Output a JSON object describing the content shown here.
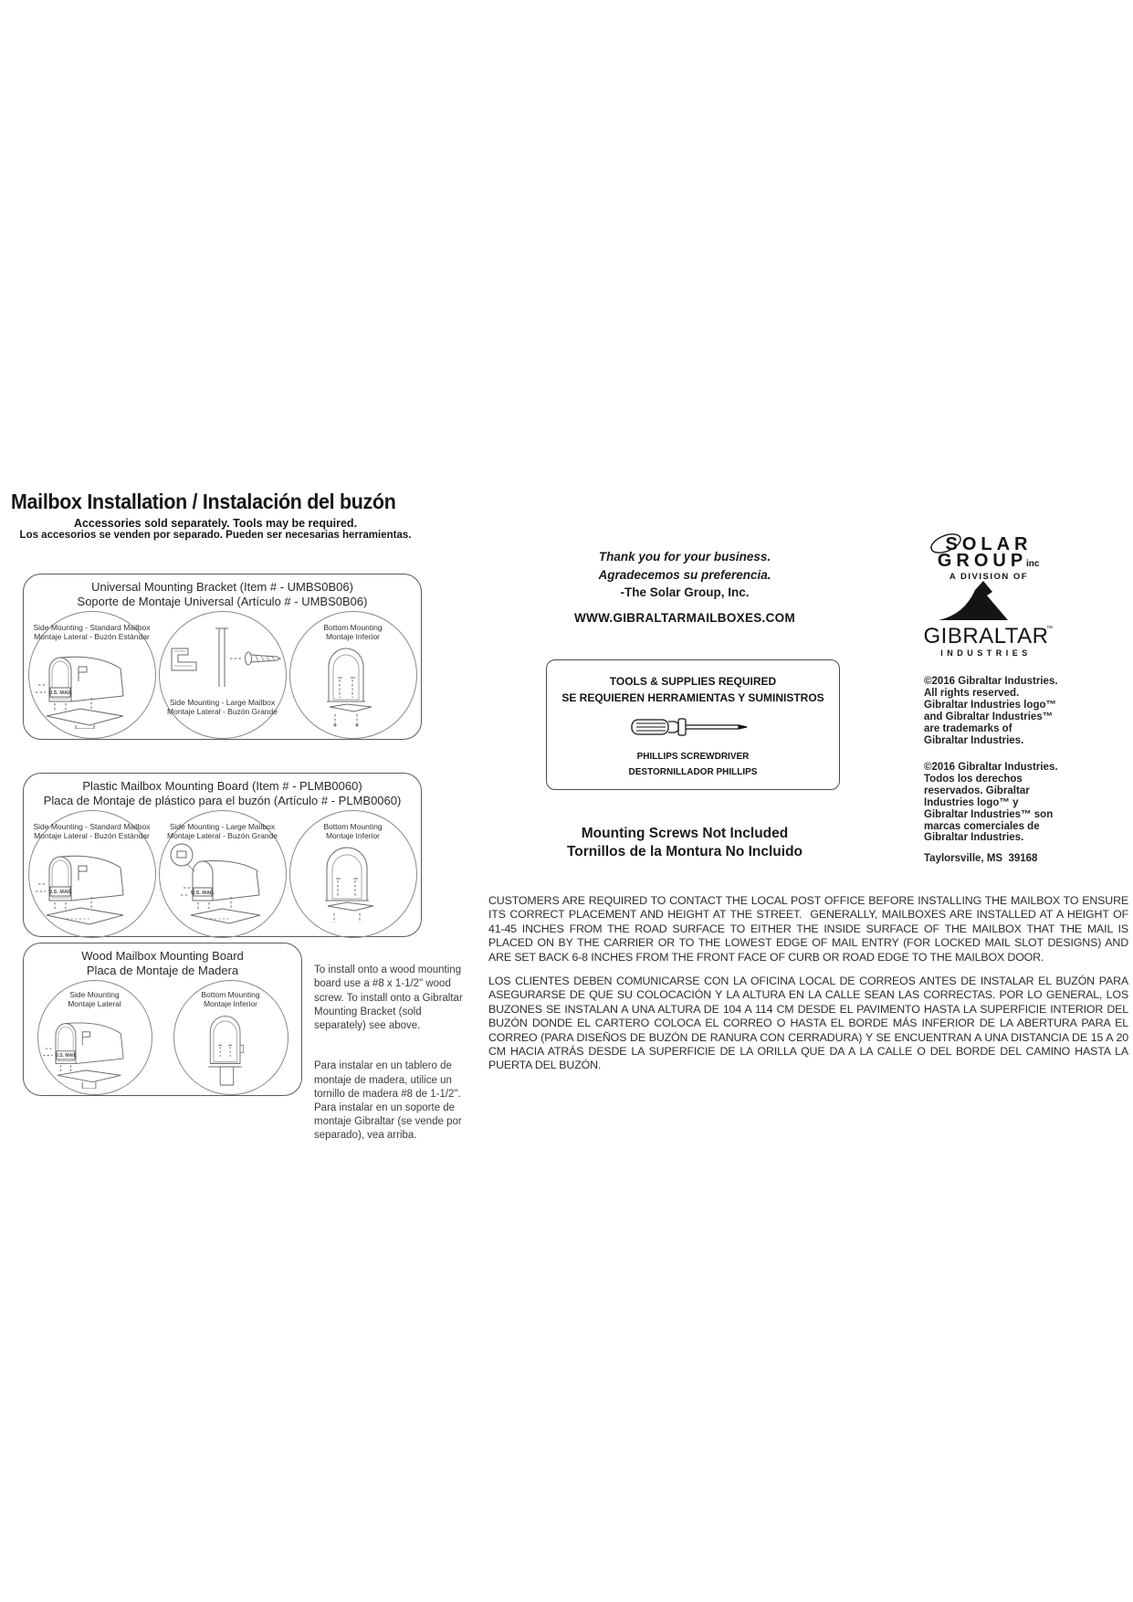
{
  "page": {
    "title": "Mailbox Installation / Instalación del buzón",
    "subtitle_en": "Accessories sold separately. Tools may be required.",
    "subtitle_es": "Los accesorios se venden por separado. Pueden ser necesarias herramientas."
  },
  "diagram_boxes": [
    {
      "title_en": "Universal Mounting Bracket (Item # - UMBS0B06)",
      "title_es": "Soporte de Montaje Universal (Artículo # - UMBS0B06)",
      "circles": [
        {
          "label_en": "Side Mounting - Standard Mailbox",
          "label_es": "Montaje Lateral - Buzón Estándar"
        },
        {
          "label_en": "Side Mounting - Large Mailbox",
          "label_es": "Montaje Lateral - Buzón Grande"
        },
        {
          "label_en": "Bottom Mounting",
          "label_es": "Montaje Inferior"
        }
      ]
    },
    {
      "title_en": "Plastic Mailbox Mounting Board (Item # - PLMB0060)",
      "title_es": "Placa de Montaje de plástico para el buzón (Artículo # - PLMB0060)",
      "circles": [
        {
          "label_en": "Side Mounting - Standard Mailbox",
          "label_es": "Montaje Lateral - Buzón Estándar"
        },
        {
          "label_en": "Side Mounting - Large Mailbox",
          "label_es": "Montaje Lateral - Buzón Grande"
        },
        {
          "label_en": "Bottom Mounting",
          "label_es": "Montaje Inferior"
        }
      ]
    },
    {
      "title_en": "Wood Mailbox Mounting Board",
      "title_es": "Placa de Montaje de Madera",
      "circles": [
        {
          "label_en": "Side Mounting",
          "label_es": "Montaje Lateral"
        },
        {
          "label_en": "Bottom Mounting",
          "label_es": "Montaje Inferior"
        }
      ]
    }
  ],
  "mailbox_text": "U.S. MAIL",
  "wood_note": {
    "en": "To install onto a wood mounting\nboard use a #8 x 1-1/2\" wood\nscrew. To install onto a Gibraltar\nMounting Bracket (sold\nseparately) see above.",
    "es": "Para instalar en un tablero de\nmontaje de madera, utilice un\ntornillo de madera #8 de 1-1/2\".\nPara instalar en un soporte de\nmontaje Gibraltar (se vende por\nseparado), vea arriba."
  },
  "center": {
    "thanks_en": "Thank you for your business.",
    "thanks_es": "Agradecemos su preferencia.",
    "signature": "-The Solar Group, Inc.",
    "website": "WWW.GIBRALTARMAILBOXES.COM",
    "tools_box": {
      "title_en": "TOOLS & SUPPLIES REQUIRED",
      "title_es": "SE REQUIEREN HERRAMIENTAS Y SUMINISTROS",
      "tool_en": "PHILLIPS SCREWDRIVER",
      "tool_es": "DESTORNILLADOR PHILLIPS"
    },
    "screws_note_en": "Mounting Screws Not Included",
    "screws_note_es": "Tornillos de la Montura No Incluido"
  },
  "brand": {
    "solar": "SOLAR",
    "group": "GROUP",
    "inc": "inc",
    "division": "A DIVISION OF",
    "name": "GIBRALTAR",
    "tm": "™",
    "industries": "INDUSTRIES",
    "copyright_en": "©2016 Gibraltar Industries.\nAll rights reserved.\nGibraltar Industries logo™\nand Gibraltar Industries™\nare trademarks of\nGibraltar Industries.",
    "copyright_es": "©2016 Gibraltar Industries.\nTodos los derechos\nreservados. Gibraltar\nIndustries logo™ y\nGibraltar Industries™ son\nmarcas comerciales de\nGibraltar Industries.",
    "location": "Taylorsville, MS  39168"
  },
  "legal": {
    "en": "CUSTOMERS ARE REQUIRED TO CONTACT THE LOCAL POST OFFICE BEFORE INSTALLING THE MAILBOX TO ENSURE ITS CORRECT PLACEMENT AND HEIGHT AT THE STREET.  GENERALLY, MAILBOXES ARE INSTALLED AT A HEIGHT OF 41-45 INCHES FROM THE ROAD SURFACE TO EITHER THE INSIDE SURFACE OF THE MAILBOX THAT THE MAIL IS PLACED ON BY THE CARRIER OR TO THE LOWEST EDGE OF MAIL ENTRY (FOR LOCKED MAIL SLOT DESIGNS) AND ARE SET BACK 6-8 INCHES FROM THE FRONT FACE OF CURB OR ROAD EDGE TO THE MAILBOX DOOR.",
    "es": "LOS CLIENTES DEBEN COMUNICARSE CON LA OFICINA LOCAL DE CORREOS ANTES DE INSTALAR EL BUZÓN PARA ASEGURARSE DE QUE SU COLOCACIÓN Y LA ALTURA EN LA CALLE SEAN LAS CORRECTAS. POR LO GENERAL, LOS BUZONES SE INSTALAN A UNA ALTURA DE 104 A 114 CM DESDE EL PAVIMENTO HASTA LA SUPERFICIE INTERIOR DEL BUZÓN DONDE EL CARTERO COLOCA EL CORREO O HASTA EL BORDE MÁS INFERIOR DE LA ABERTURA PARA EL CORREO (PARA DISEÑOS DE BUZÓN DE RANURA CON CERRADURA) Y SE ENCUENTRAN A UNA DISTANCIA DE 15 A 20 CM HACIA ATRÁS DESDE LA SUPERFICIE DE LA ORILLA QUE DA A LA CALLE O DEL BORDE DEL CAMINO HASTA LA PUERTA DEL BUZÓN."
  }
}
